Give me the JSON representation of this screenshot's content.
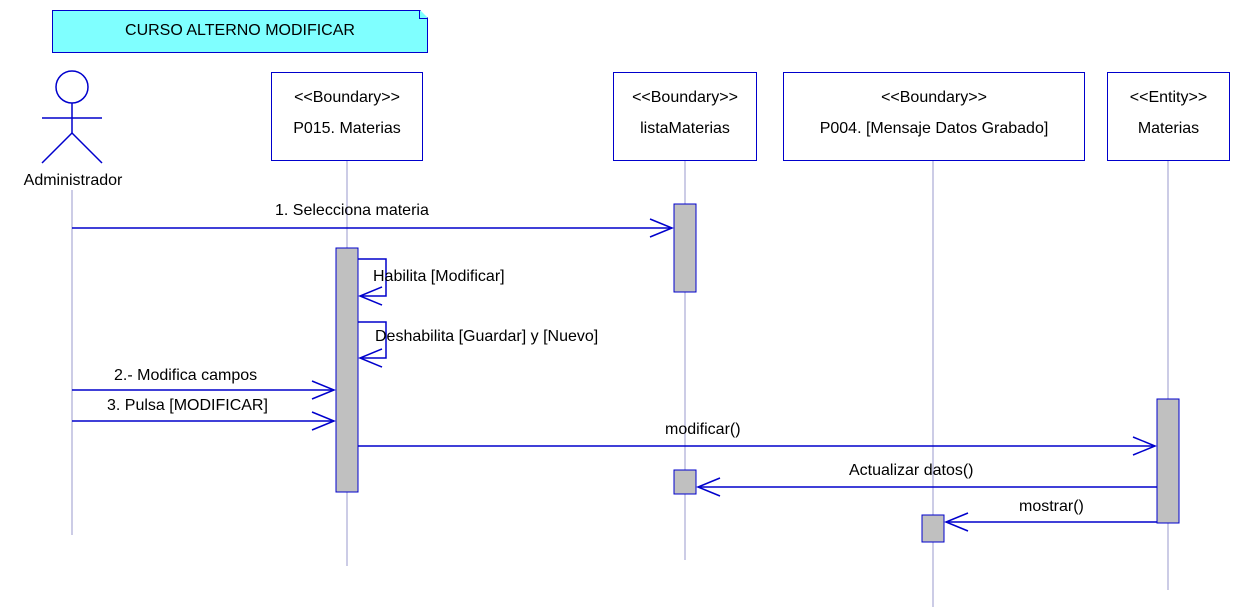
{
  "title": "CURSO ALTERNO MODIFICAR",
  "actor": {
    "name": "Administrador"
  },
  "lifelines": [
    {
      "stereotype": "<<Boundary>>",
      "name": "P015. Materias"
    },
    {
      "stereotype": "<<Boundary>>",
      "name": "listaMaterias"
    },
    {
      "stereotype": "<<Boundary>>",
      "name": "P004. [Mensaje Datos Grabado]"
    },
    {
      "stereotype": "<<Entity>>",
      "name": "Materias"
    }
  ],
  "messages": [
    {
      "label": "1. Selecciona materia",
      "from": "Administrador",
      "to": "listaMaterias"
    },
    {
      "label": "Habilita [Modificar]",
      "from": "P015. Materias",
      "to": "P015. Materias"
    },
    {
      "label": "Deshabilita [Guardar] y [Nuevo]",
      "from": "P015. Materias",
      "to": "P015. Materias"
    },
    {
      "label": "2.- Modifica campos",
      "from": "Administrador",
      "to": "P015. Materias"
    },
    {
      "label": "3. Pulsa [MODIFICAR]",
      "from": "Administrador",
      "to": "P015. Materias"
    },
    {
      "label": "modificar()",
      "from": "P015. Materias",
      "to": "Materias"
    },
    {
      "label": "Actualizar datos()",
      "from": "Materias",
      "to": "listaMaterias"
    },
    {
      "label": "mostrar()",
      "from": "Materias",
      "to": "P004. [Mensaje Datos Grabado]"
    }
  ],
  "colors": {
    "line": "#0000cc",
    "activation": "#c0c0c0",
    "note": "#7fffff"
  }
}
